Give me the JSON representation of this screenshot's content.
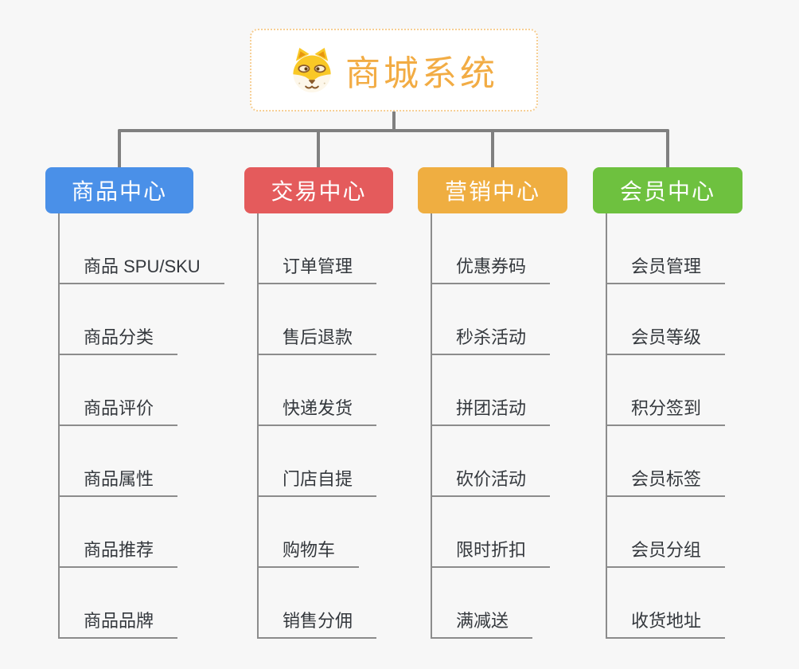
{
  "root": {
    "title": "商城系统",
    "icon": "doge-icon",
    "text_color": "#F2AC44",
    "border_color": "#F6CE93"
  },
  "branches": [
    {
      "label": "商品中心",
      "color": "#4A90E8",
      "children": [
        "商品 SPU/SKU",
        "商品分类",
        "商品评价",
        "商品属性",
        "商品推荐",
        "商品品牌"
      ]
    },
    {
      "label": "交易中心",
      "color": "#E45B5C",
      "children": [
        "订单管理",
        "售后退款",
        "快递发货",
        "门店自提",
        "购物车",
        "销售分佣"
      ]
    },
    {
      "label": "营销中心",
      "color": "#EFAE41",
      "children": [
        "优惠券码",
        "秒杀活动",
        "拼团活动",
        "砍价活动",
        "限时折扣",
        "满减送"
      ]
    },
    {
      "label": "会员中心",
      "color": "#6EC13F",
      "children": [
        "会员管理",
        "会员等级",
        "积分签到",
        "会员标签",
        "会员分组",
        "收货地址"
      ]
    }
  ],
  "colors": {
    "background": "#F7F7F7",
    "connector": "#808080",
    "child_line": "#8C8C8C",
    "child_text": "#34383D"
  }
}
